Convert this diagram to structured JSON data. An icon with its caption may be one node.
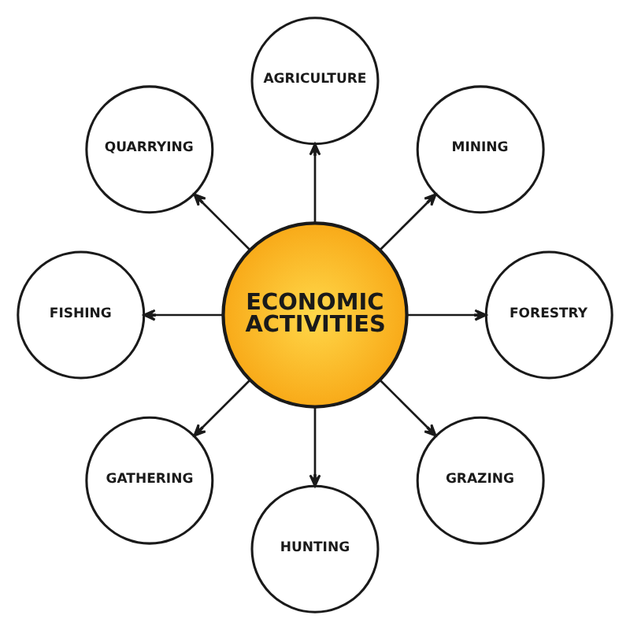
{
  "diagram": {
    "nodes": [
      {
        "text": [
          "ECONOMIC ACTIVITIES"
        ]
      },
      {
        "text": [
          "AGRICULTURE"
        ]
      },
      {
        "text": [
          "MINING"
        ]
      },
      {
        "text": [
          "FORESTRY"
        ]
      },
      {
        "text": [
          "GRAZING"
        ]
      },
      {
        "text": [
          "HUNTING"
        ]
      },
      {
        "text": [
          "GATHERING"
        ]
      },
      {
        "text": [
          "FISHING"
        ]
      },
      {
        "text": [
          "QUARRYING"
        ]
      }
    ],
    "edges": [
      {
        "from": 0,
        "to": 1,
        "arrow": "to"
      },
      {
        "from": 0,
        "to": 2,
        "arrow": "to"
      },
      {
        "from": 0,
        "to": 3,
        "arrow": "to"
      },
      {
        "from": 0,
        "to": 4,
        "arrow": "to"
      },
      {
        "from": 0,
        "to": 5,
        "arrow": "to"
      },
      {
        "from": 0,
        "to": 6,
        "arrow": "to"
      },
      {
        "from": 0,
        "to": 7,
        "arrow": "to"
      },
      {
        "from": 0,
        "to": 8,
        "arrow": "to"
      }
    ]
  }
}
